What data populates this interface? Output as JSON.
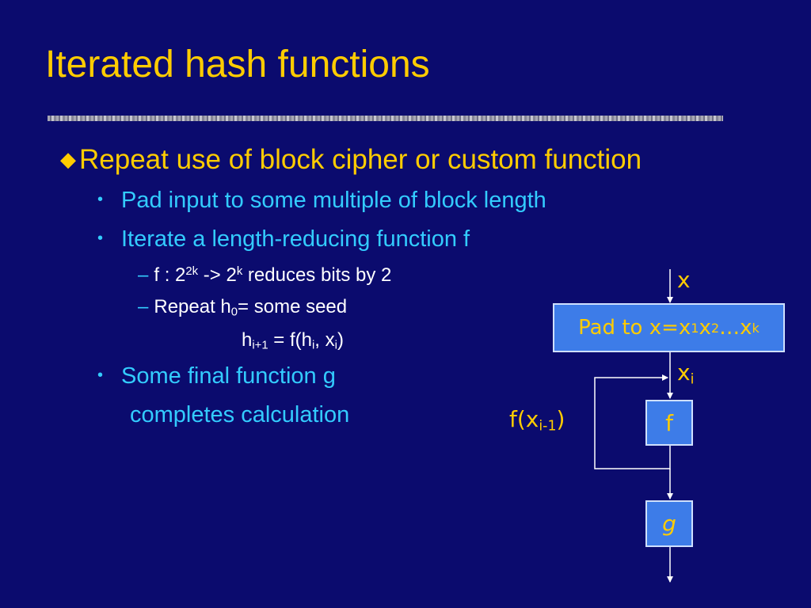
{
  "slide": {
    "title": "Iterated hash functions",
    "bullet1": "Repeat use of block cipher or custom function",
    "sub1": "Pad input to some multiple of block length",
    "sub2": "Iterate a length-reducing function f",
    "sub2_item1": {
      "pre": "f : 2",
      "sup1": "2k",
      "mid": " -> 2",
      "sup2": "k",
      "post": " reduces bits by 2"
    },
    "sub2_item2": {
      "pre": "Repeat h",
      "sub": "0",
      "post": "= some seed"
    },
    "sub2_item2_cont": {
      "h": "h",
      "hsub": "i+1",
      "mid": " = f(h",
      "hsub2": "i",
      "sep": ", x",
      "xsub": "i",
      "end": ")"
    },
    "sub3": "Some final function g",
    "sub3_cont": "completes calculation",
    "bullet_diamond": "◆",
    "bullet_dot": "•",
    "dash": "–"
  },
  "diagram": {
    "input_label": "x",
    "pad_box": {
      "pre": "Pad to x=x",
      "s1": "1",
      "mid": "x",
      "s2": "2",
      "gap": " …x",
      "sk": "k"
    },
    "xi_label": {
      "x": "x",
      "sub": "i"
    },
    "f_box": "f",
    "feedback_label": {
      "pre": "f(x",
      "sub": "i-1",
      "post": ")"
    },
    "g_box": "g"
  },
  "colors": {
    "background": "#0b0b6e",
    "title": "#ffcc00",
    "level2": "#33ccff",
    "level3": "#ffffff",
    "box_fill": "#3d7ce8"
  }
}
